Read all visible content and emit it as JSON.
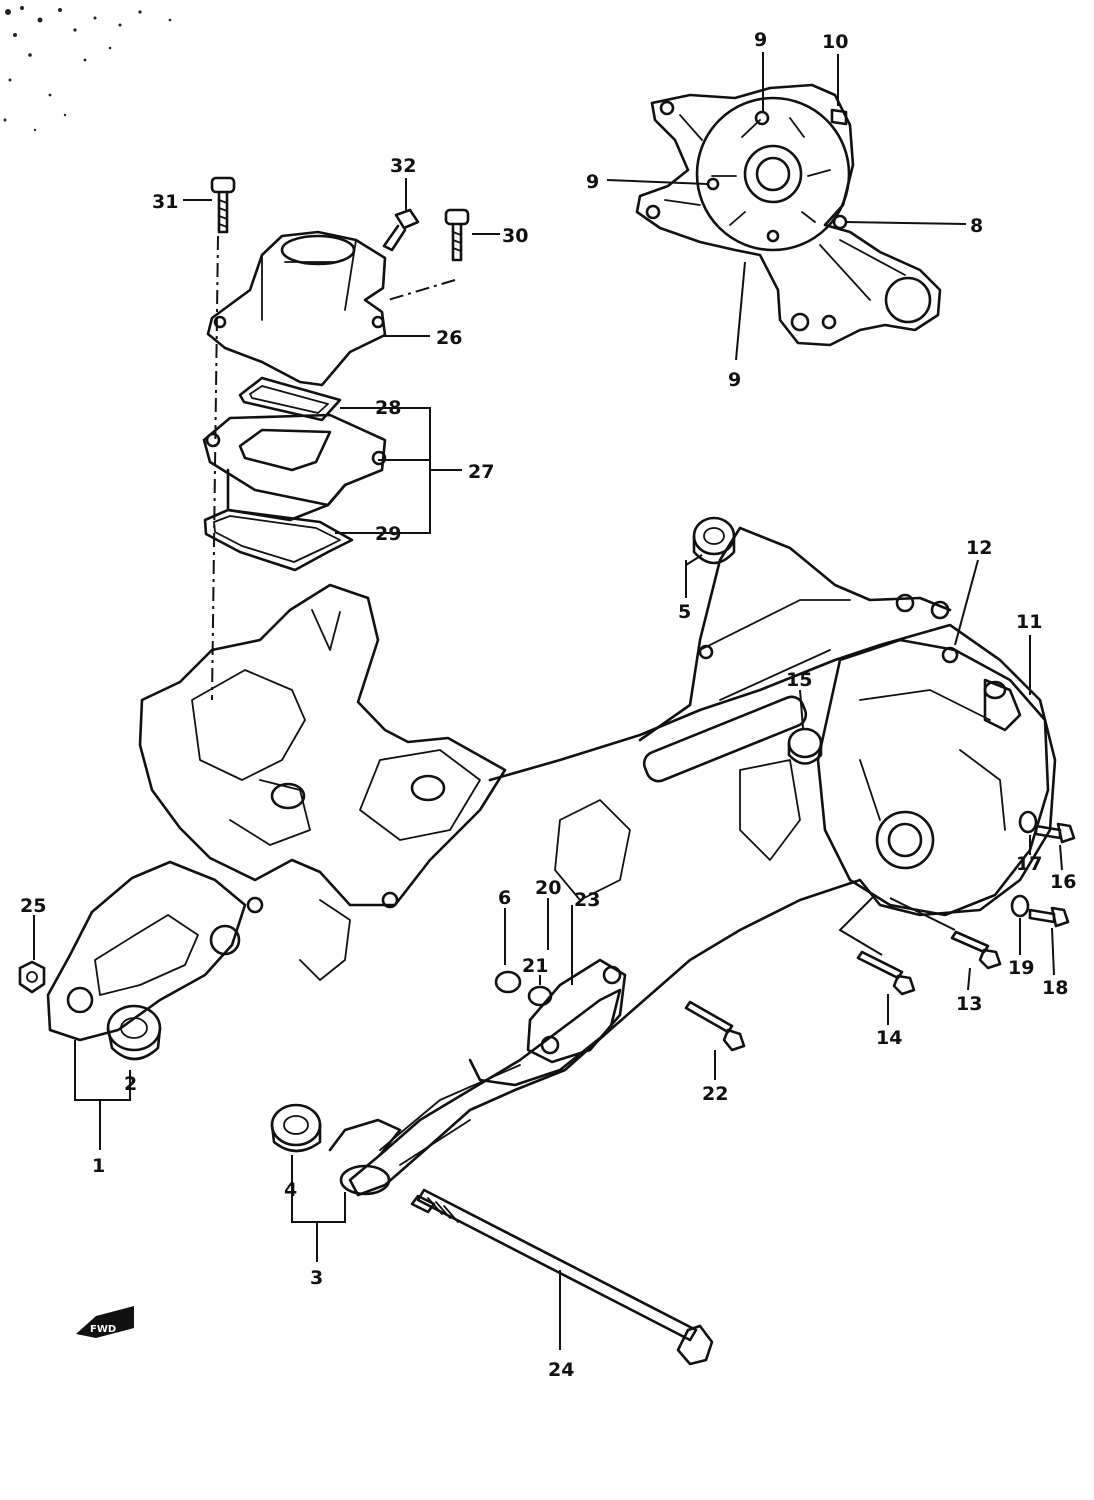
{
  "diagram": {
    "callouts": {
      "c1": "1",
      "c2": "2",
      "c3": "3",
      "c4": "4",
      "c5": "5",
      "c6": "6",
      "c8": "8",
      "c9a": "9",
      "c9b": "9",
      "c9c": "9",
      "c10": "10",
      "c11": "11",
      "c12": "12",
      "c13": "13",
      "c14": "14",
      "c15": "15",
      "c16": "16",
      "c17": "17",
      "c18": "18",
      "c19": "19",
      "c20": "20",
      "c21": "21",
      "c22": "22",
      "c23": "23",
      "c24": "24",
      "c25": "25",
      "c26": "26",
      "c27": "27",
      "c28": "28",
      "c29": "29",
      "c30": "30",
      "c31": "31",
      "c32": "32"
    },
    "direction_marker": "FWD",
    "line_color": "#111111",
    "background_color": "#ffffff"
  }
}
